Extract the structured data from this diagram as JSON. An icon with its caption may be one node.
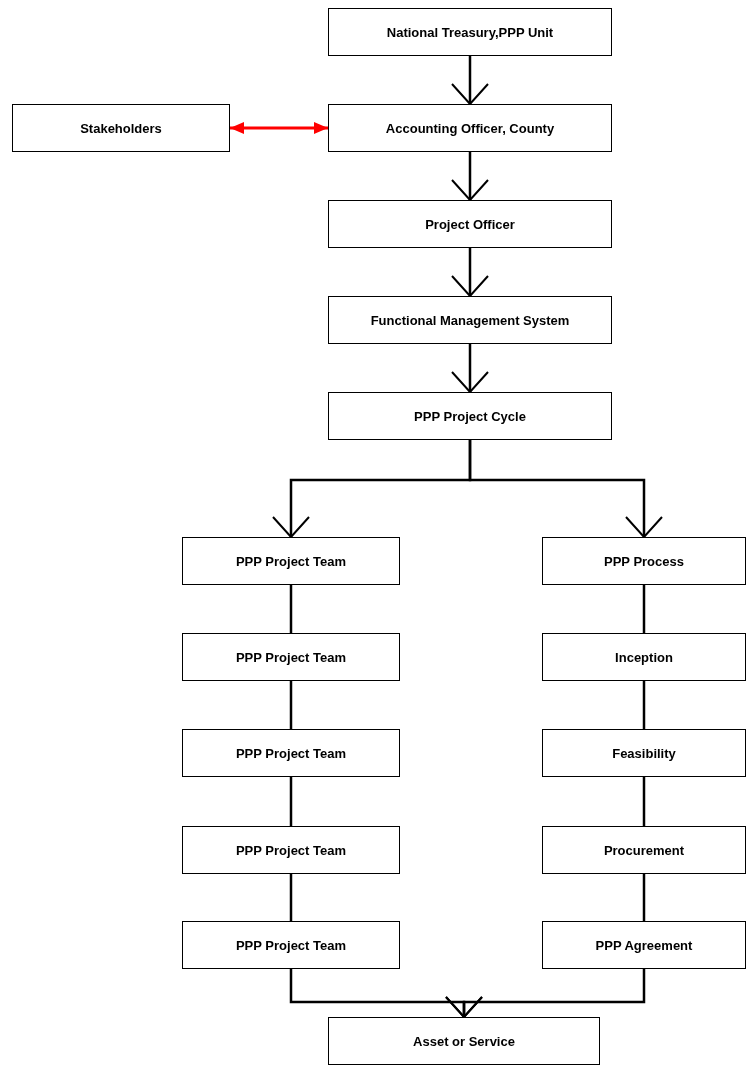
{
  "diagram": {
    "nodes": [
      {
        "text": [
          "National Treasury,PPP Unit"
        ]
      },
      {
        "text": [
          "Stakeholders"
        ]
      },
      {
        "text": [
          "Accounting Officer, County"
        ]
      },
      {
        "text": [
          "Project Officer"
        ]
      },
      {
        "text": [
          "Functional Management System"
        ]
      },
      {
        "text": [
          "PPP Project Cycle"
        ]
      },
      {
        "text": [
          "PPP Project Team"
        ]
      },
      {
        "text": [
          "PPP Process"
        ]
      },
      {
        "text": [
          "PPP Project Team"
        ]
      },
      {
        "text": [
          "Inception"
        ]
      },
      {
        "text": [
          "PPP Project Team"
        ]
      },
      {
        "text": [
          "Feasibility"
        ]
      },
      {
        "text": [
          "PPP Project Team"
        ]
      },
      {
        "text": [
          "Procurement"
        ]
      },
      {
        "text": [
          "PPP Project Team"
        ]
      },
      {
        "text": [
          "PPP Agreement"
        ]
      },
      {
        "text": [
          "Asset or Service"
        ]
      }
    ],
    "edges": [
      {
        "from": 0,
        "to": 2,
        "arrow": "to"
      },
      {
        "from": 1,
        "to": 2,
        "arrow": "both",
        "color": "#ff0000"
      },
      {
        "from": 2,
        "to": 3,
        "arrow": "to"
      },
      {
        "from": 3,
        "to": 4,
        "arrow": "to"
      },
      {
        "from": 4,
        "to": 5,
        "arrow": "to"
      },
      {
        "from": 5,
        "to": 6,
        "arrow": "to"
      },
      {
        "from": 5,
        "to": 7,
        "arrow": "to"
      },
      {
        "from": 6,
        "to": 8,
        "arrow": "none"
      },
      {
        "from": 8,
        "to": 10,
        "arrow": "none"
      },
      {
        "from": 10,
        "to": 12,
        "arrow": "none"
      },
      {
        "from": 12,
        "to": 14,
        "arrow": "none"
      },
      {
        "from": 7,
        "to": 9,
        "arrow": "none"
      },
      {
        "from": 9,
        "to": 11,
        "arrow": "none"
      },
      {
        "from": 11,
        "to": 13,
        "arrow": "none"
      },
      {
        "from": 13,
        "to": 15,
        "arrow": "none"
      },
      {
        "from": 14,
        "to": 16,
        "arrow": "to"
      },
      {
        "from": 15,
        "to": 16,
        "arrow": "to"
      }
    ]
  }
}
